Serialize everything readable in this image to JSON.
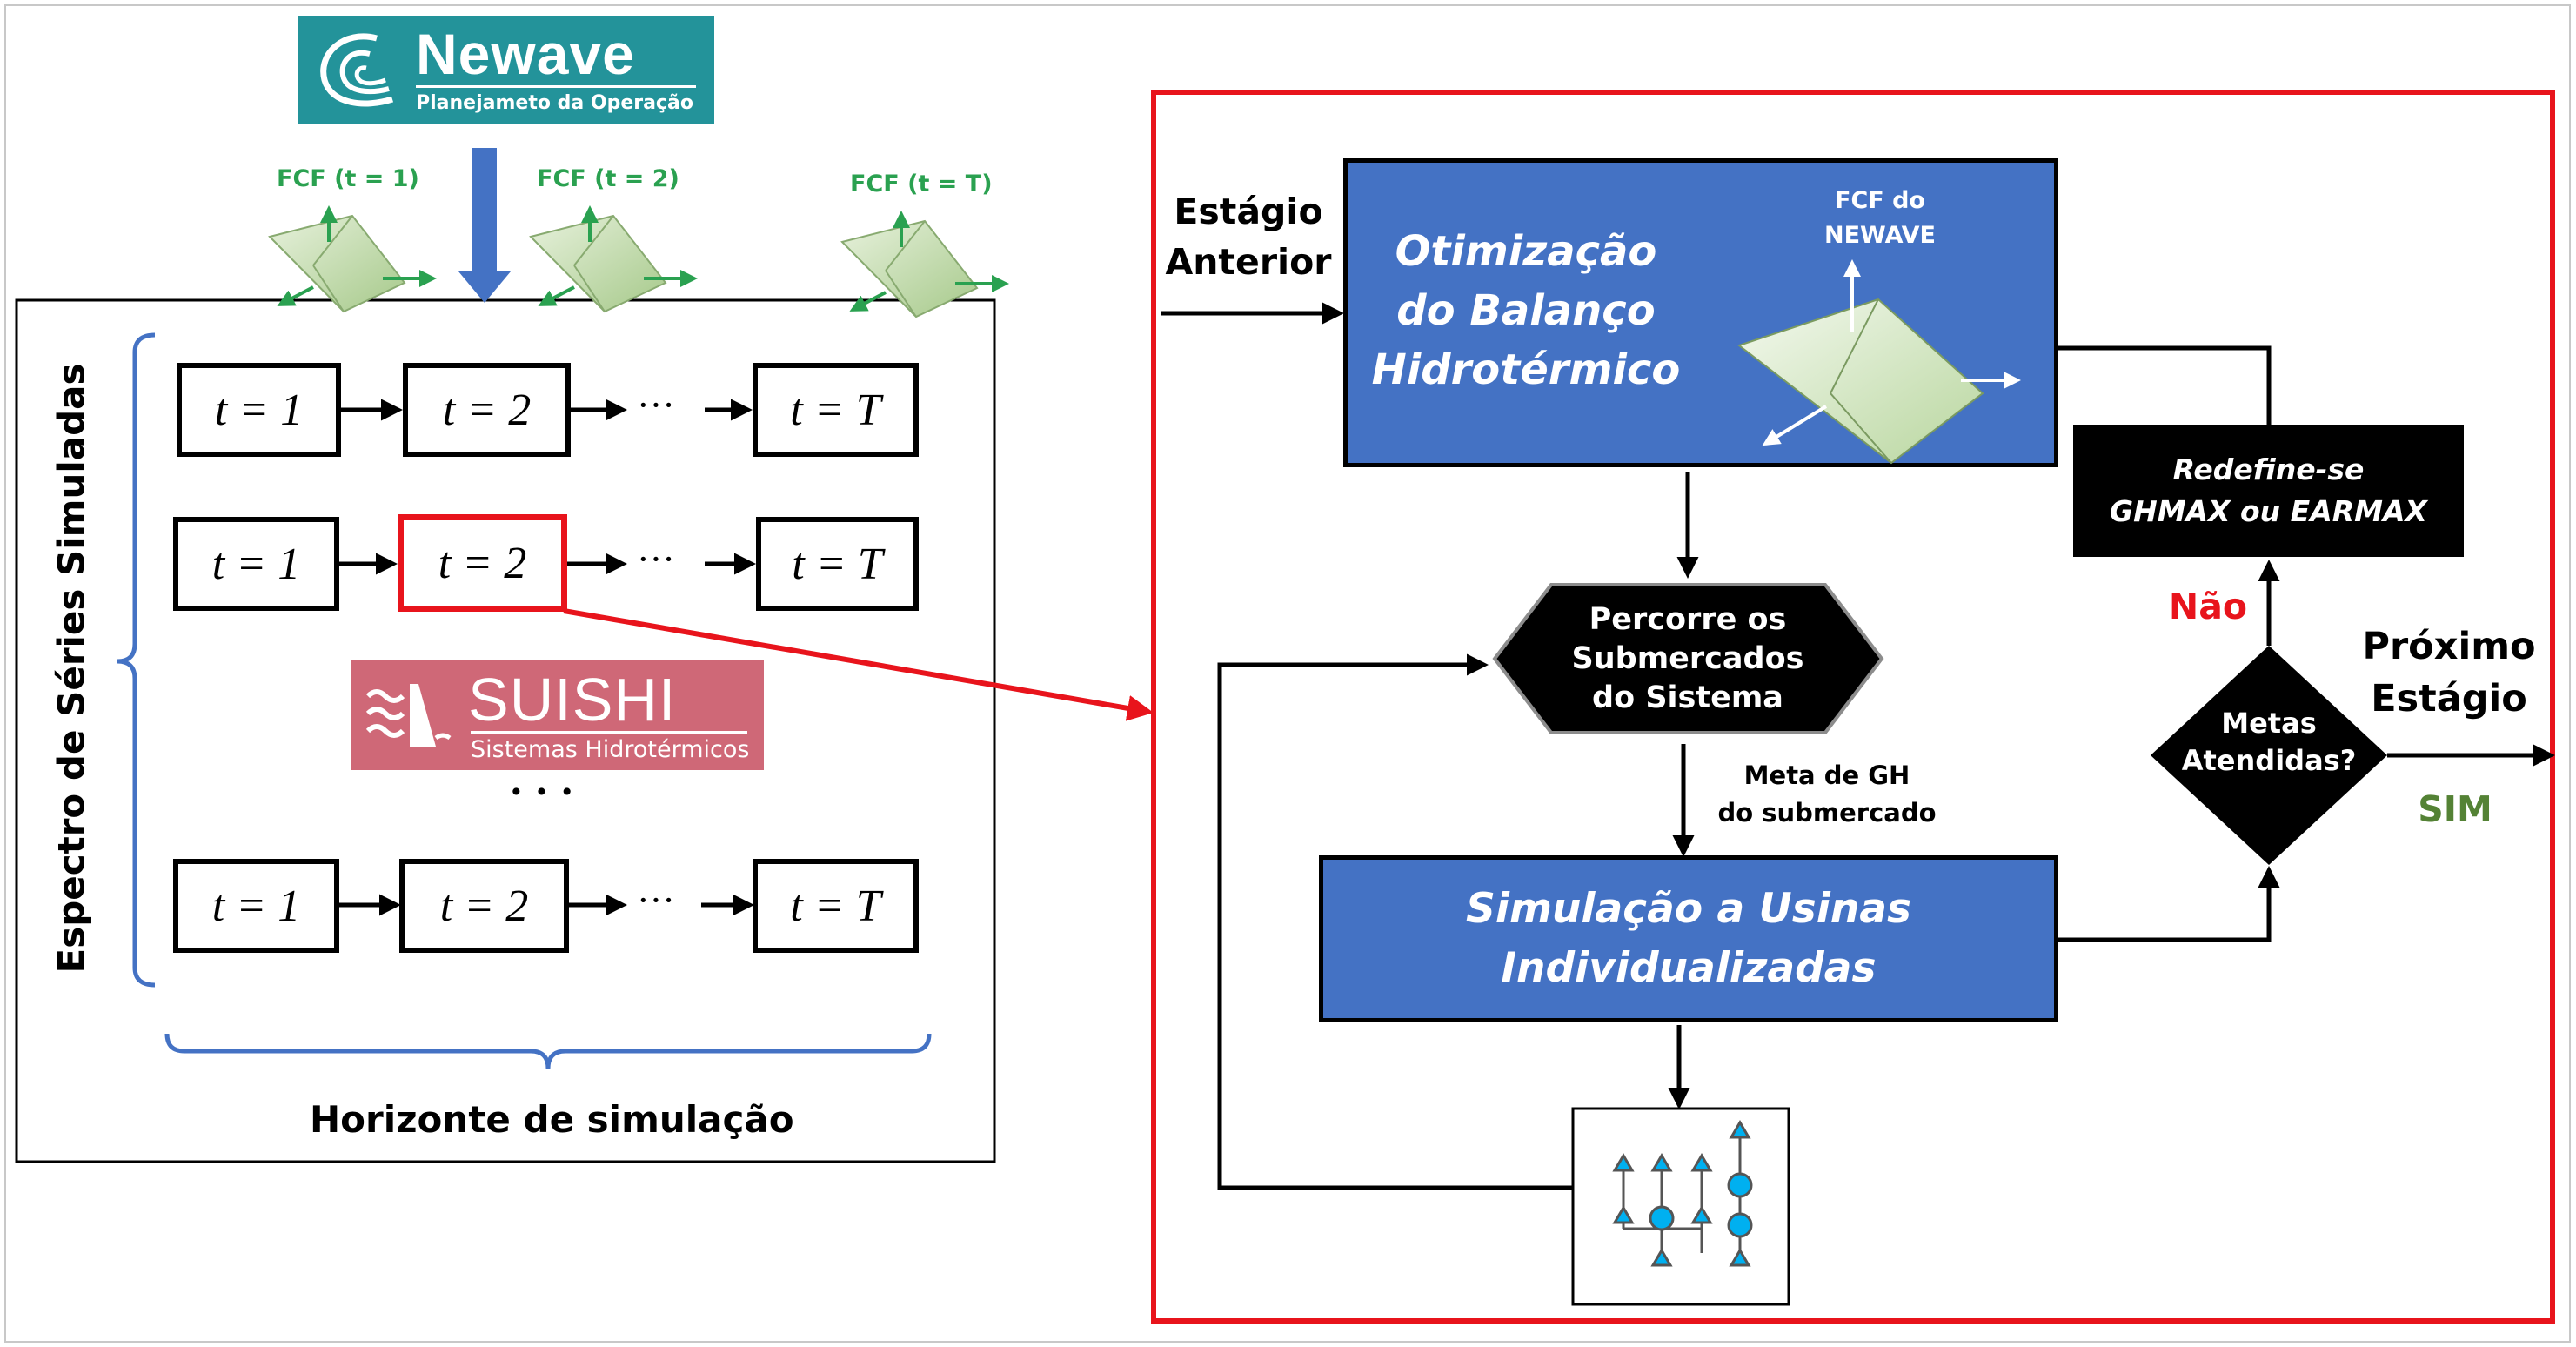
{
  "newave_logo": {
    "name": "Newave",
    "subtitle": "Planejameto da Operação",
    "bg_color": "#23939a"
  },
  "suishi_logo": {
    "name": "SUISHI",
    "subtitle": "Sistemas Hidrotérmicos",
    "bg_color": "#cf6877"
  },
  "fcf_labels": [
    "FCF (t = 1)",
    "FCF (t = 2)",
    "FCF (t = T)"
  ],
  "stage_labels": {
    "first": "t = 1",
    "second": "t = 2",
    "last": "t = T",
    "ellipsis": "···",
    "vertical_ellipsis": "· · ·"
  },
  "left_panel": {
    "vertical_label": "Espectro de Séries Simuladas",
    "horizontal_label": "Horizonte de simulação"
  },
  "flowchart": {
    "input_label_line1": "Estágio",
    "input_label_line2": "Anterior",
    "optimization_line1": "Otimização",
    "optimization_line2": "do Balanço",
    "optimization_line3": "Hidrotérmico",
    "fcf_newave_line1": "FCF do",
    "fcf_newave_line2": "NEWAVE",
    "loop_node_line1": "Percorre os",
    "loop_node_line2": "Submercados",
    "loop_node_line3": "do Sistema",
    "meta_label_line1": "Meta de GH",
    "meta_label_line2": "do submercado",
    "simulation_line1": "Simulação a Usinas",
    "simulation_line2": "Individualizadas",
    "decision_line1": "Metas",
    "decision_line2": "Atendidas?",
    "redefine_line1": "Redefine-se",
    "redefine_line2": "GHMAX ou EARMAX",
    "no_label": "Não",
    "yes_label": "SIM",
    "output_line1": "Próximo",
    "output_line2": "Estágio"
  },
  "colors": {
    "highlight_red": "#e8141c",
    "box_blue": "#4472c4",
    "arrow_blue": "#4472c4",
    "bracket_blue": "#4472c4",
    "fcf_green": "#2aa150",
    "sim_green": "#548235",
    "plant_cyan": "#00b0f0"
  }
}
